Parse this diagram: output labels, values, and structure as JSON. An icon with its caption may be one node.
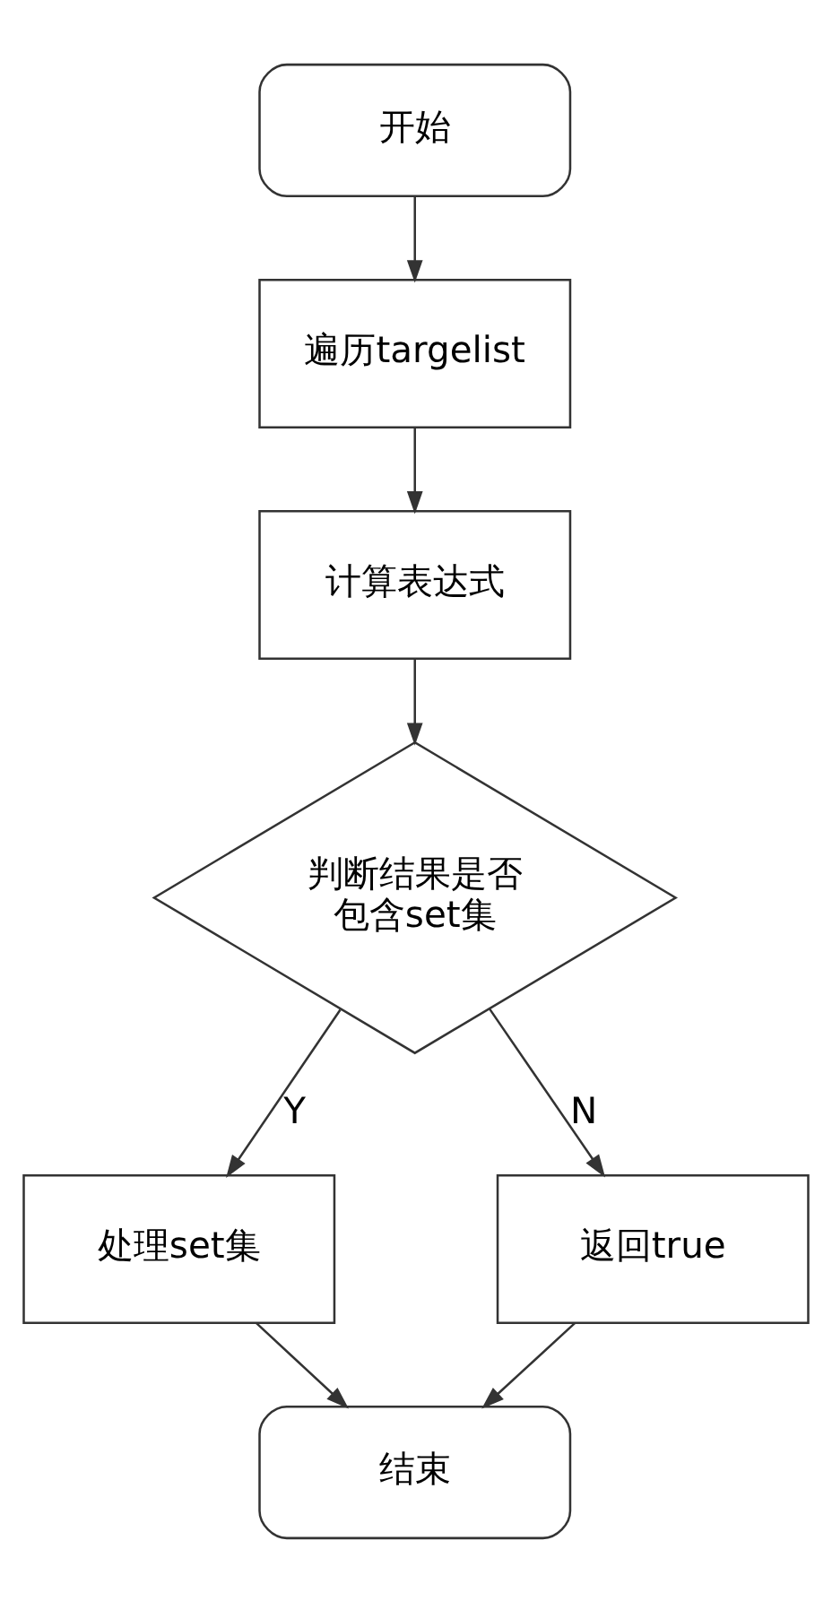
{
  "diagram": {
    "nodes": [
      {
        "text": [
          "开始"
        ]
      },
      {
        "text": [
          "遍历targelist"
        ]
      },
      {
        "text": [
          "计算表达式"
        ]
      },
      {
        "text": [
          "判断结果是否包含set集"
        ]
      },
      {
        "text": [
          "处理set集"
        ]
      },
      {
        "text": [
          "返回true"
        ]
      },
      {
        "text": [
          "结束"
        ]
      }
    ],
    "edges": [
      {
        "from": 0,
        "to": 1,
        "arrow": "to"
      },
      {
        "from": 1,
        "to": 2,
        "arrow": "to"
      },
      {
        "from": 2,
        "to": 3,
        "arrow": "to"
      },
      {
        "from": 3,
        "to": 4,
        "arrow": "to",
        "label": "Y"
      },
      {
        "from": 3,
        "to": 5,
        "arrow": "to",
        "label": "N"
      },
      {
        "from": 4,
        "to": 6,
        "arrow": "to"
      },
      {
        "from": 5,
        "to": 6,
        "arrow": "to"
      }
    ]
  }
}
